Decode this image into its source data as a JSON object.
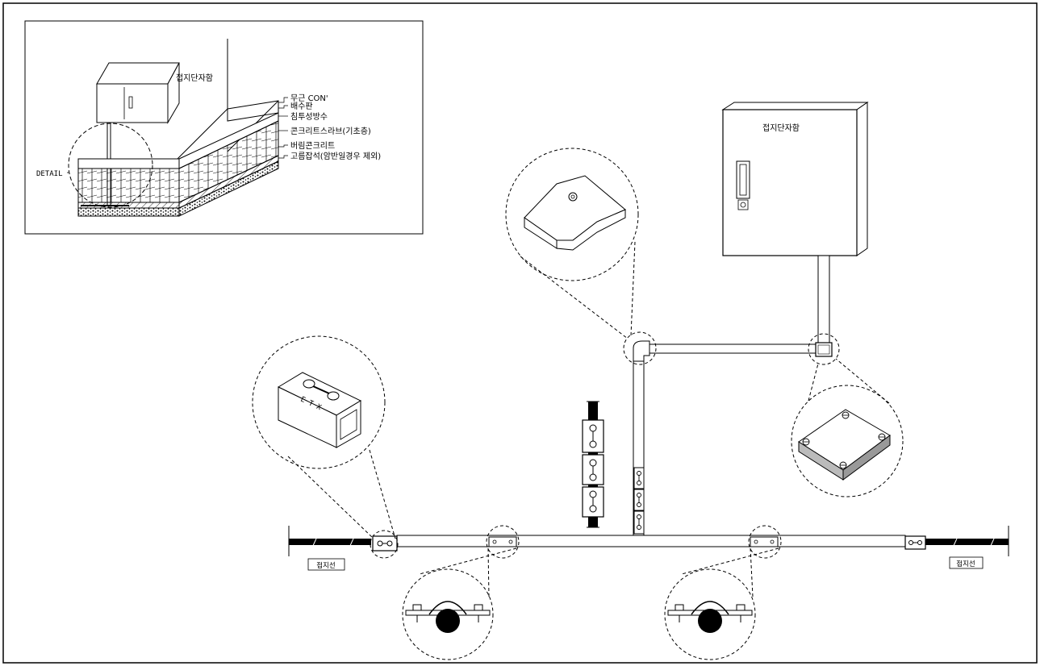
{
  "inset": {
    "box_label": "접지단자함",
    "detail_label": "DETAIL",
    "layers": [
      "무근 CON'",
      "배수판",
      "침투성방수",
      "콘크리트스라브(기초층)",
      "버림콘크리트",
      "고름잡석(암반일경우 제외)"
    ]
  },
  "main": {
    "box_label": "접지단자함",
    "ground_left": "접지선",
    "ground_right": "접지선",
    "connector_text": "E T X"
  }
}
